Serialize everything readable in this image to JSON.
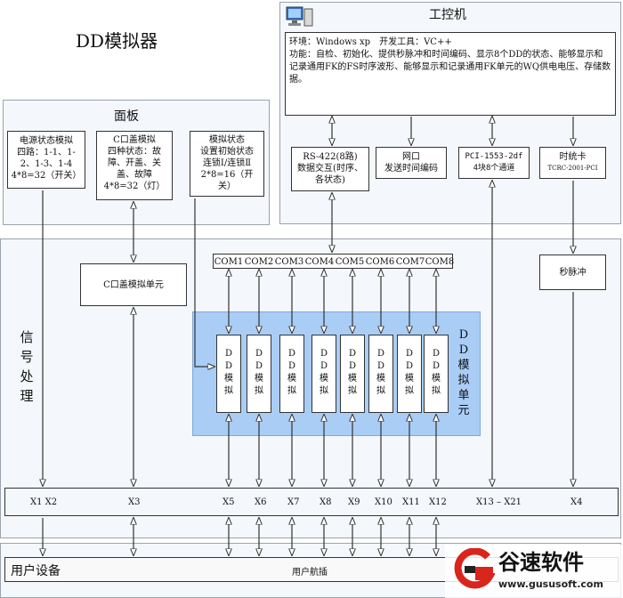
{
  "title": "DD模拟器",
  "ipc": {
    "title": "工控机",
    "description": "环境：Windows xp　开发工具：VC++\n功能：自检、初始化、提供秒脉冲和时间编码、显示8个DD的状态、能够显示和记录通用FK的FS时序波形、能够显示和记录通用FK单元的WQ供电电压、存储数据。",
    "rs422": "RS-422(8路)\n数据交互(时序、\n各状态)",
    "network": "网口\n发送时间编码",
    "pci": "PCI-1553-2df\n4块8个通道",
    "timing_card": "时统卡",
    "timing_card_model": "TCRC-2001-PCI"
  },
  "panel": {
    "title": "面板",
    "power": "电源状态模拟\n四路：1-1、1-\n2、1-3、1-4\n4*8=32（开关）",
    "c_cover": "C口盖模拟\n四种状态：故\n障、开盖、关\n盖、故障\n4*8=32（灯）",
    "sim_state": "模拟状态\n设置初始状态\n连锁Ⅰ/连锁Ⅱ\n2*8=16（开\n关）"
  },
  "signal": {
    "label": "信\n号\n处\n理",
    "c_cover_unit": "C口盖模拟单元",
    "pps": "秒脉冲",
    "com_ports": [
      "COM1",
      "COM2",
      "COM3",
      "COM4",
      "COM5",
      "COM6",
      "COM7",
      "COM8"
    ],
    "dd_unit_label": "D\nD\n模\n拟",
    "dd_group_label": "D\nD\n模\n拟\n单\n元"
  },
  "connectors": [
    "X1  X2",
    "X3",
    "X5",
    "X6",
    "X7",
    "X8",
    "X9",
    "X10",
    "X11",
    "X12",
    "X13 – X21",
    "X4"
  ],
  "user": {
    "label": "用户设备",
    "plug": "用户航插"
  },
  "watermark": {
    "brand": "谷速软件",
    "url": "www.gususoft.com"
  }
}
